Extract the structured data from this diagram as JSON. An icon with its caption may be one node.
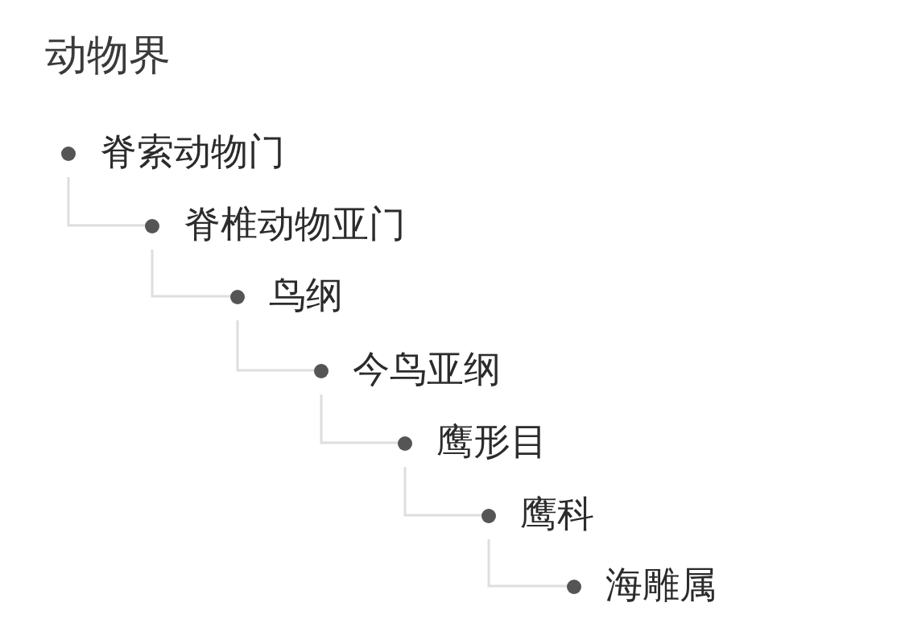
{
  "diagram": {
    "title": "动物界",
    "nodes": [
      {
        "text": [
          "脊索动物门"
        ]
      },
      {
        "text": [
          "脊椎动物亚门"
        ]
      },
      {
        "text": [
          "鸟纲"
        ]
      },
      {
        "text": [
          "今鸟亚纲"
        ]
      },
      {
        "text": [
          "鹰形目"
        ]
      },
      {
        "text": [
          "鹰科"
        ]
      },
      {
        "text": [
          "海雕属"
        ]
      }
    ],
    "edges": [
      {
        "from": 0,
        "to": 1,
        "arrow": "none"
      },
      {
        "from": 1,
        "to": 2,
        "arrow": "none"
      },
      {
        "from": 2,
        "to": 3,
        "arrow": "none"
      },
      {
        "from": 3,
        "to": 4,
        "arrow": "none"
      },
      {
        "from": 4,
        "to": 5,
        "arrow": "none"
      },
      {
        "from": 5,
        "to": 6,
        "arrow": "none"
      }
    ]
  }
}
